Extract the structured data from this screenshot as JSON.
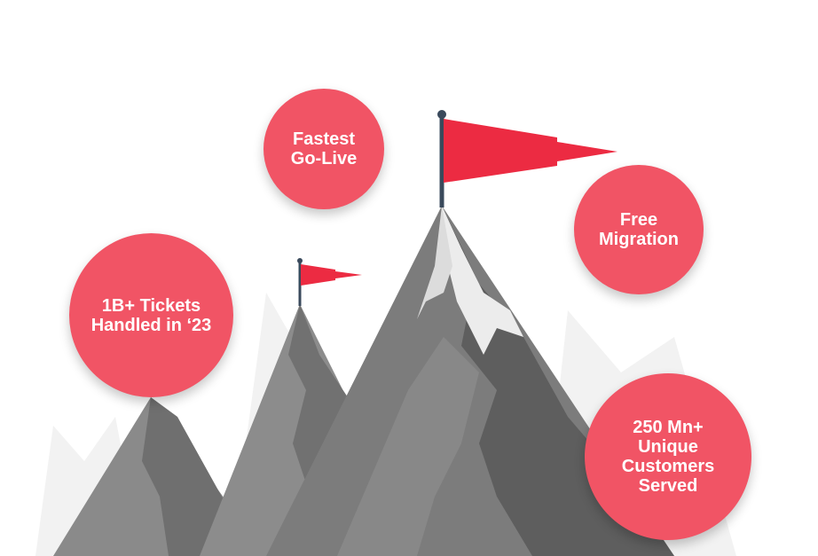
{
  "stats": [
    {
      "lines": [
        "Fastest",
        "Go-Live"
      ]
    },
    {
      "lines": [
        "Free",
        "Migration"
      ]
    },
    {
      "lines": [
        "1B+ Tickets",
        "Handled in ‘23"
      ]
    },
    {
      "lines": [
        "250 Mn+",
        "Unique",
        "Customers",
        "Served"
      ]
    }
  ],
  "colors": {
    "bubble": "#f15465",
    "flag": "#ec2b42",
    "flag_pole": "#3a4a5c",
    "mountain_light": "#8a8a8a",
    "mountain_mid": "#707070",
    "mountain_dark": "#5a5a5a",
    "snow": "#ececec",
    "background": "#ffffff"
  },
  "icons": [
    "mountain-illustration",
    "summit-flag-icon",
    "small-flag-icon"
  ]
}
